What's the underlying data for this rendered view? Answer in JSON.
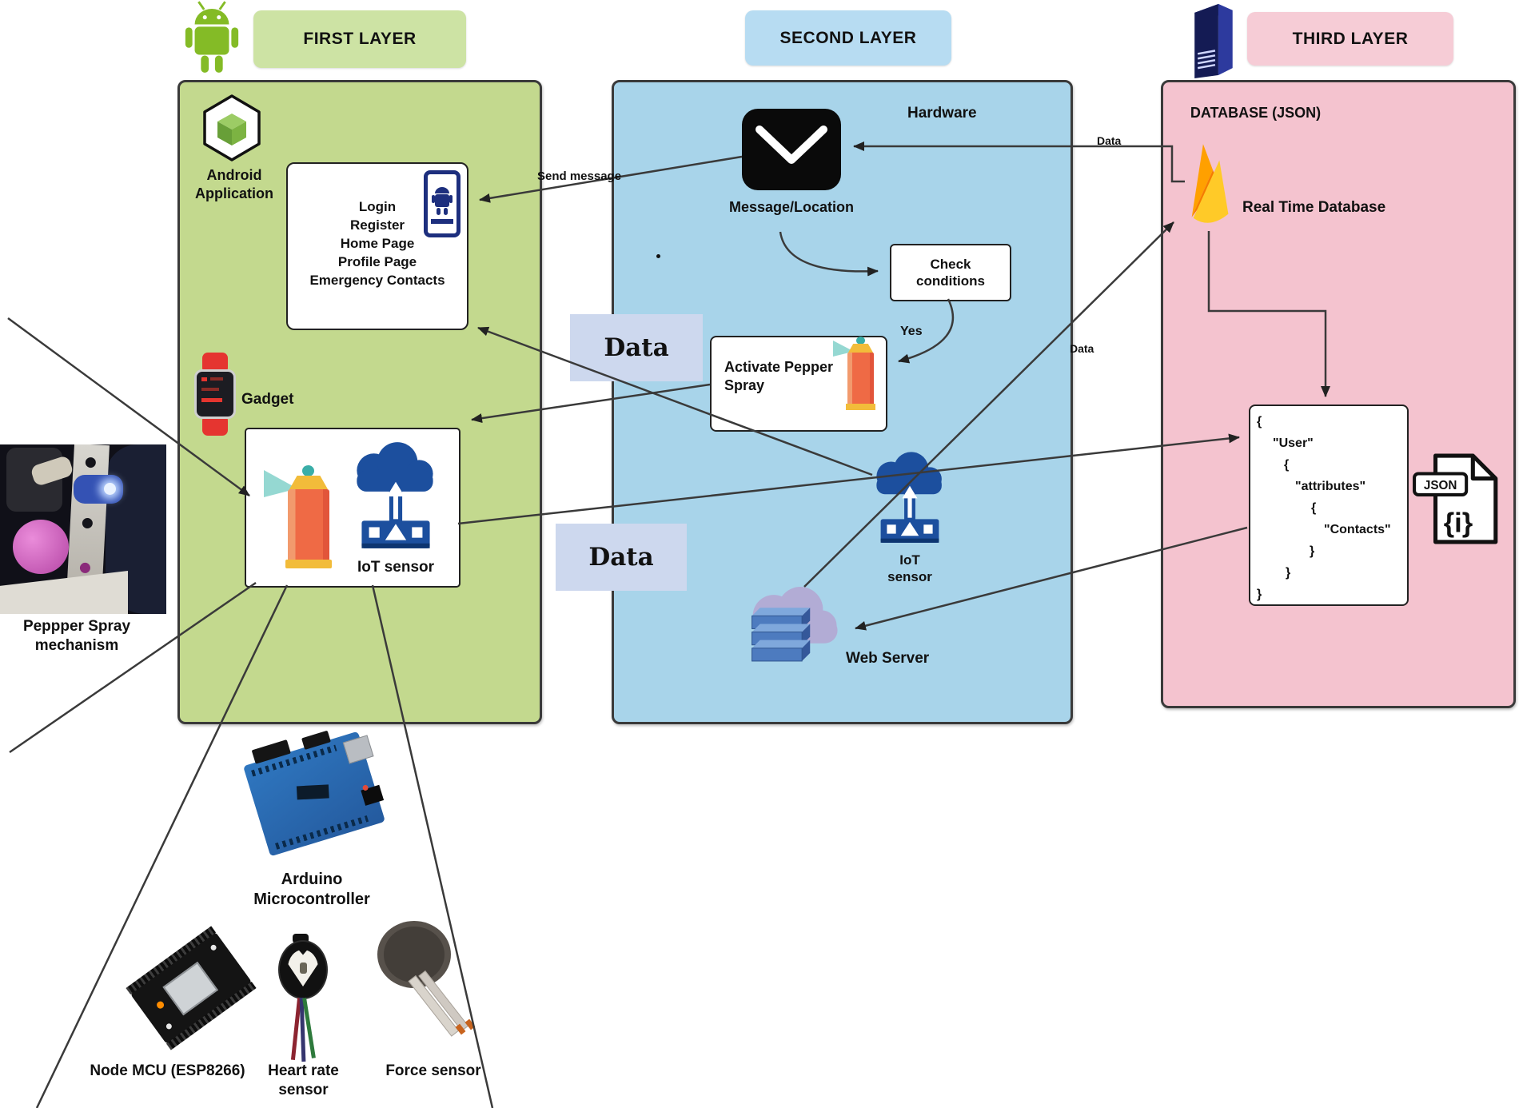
{
  "badges": {
    "first": "FIRST LAYER",
    "second": "SECOND LAYER",
    "third": "THIRD LAYER"
  },
  "first_layer": {
    "android_app": "Android Application",
    "app_screens": [
      "Login",
      "Register",
      "Home Page",
      "Profile Page",
      "Emergency Contacts"
    ],
    "gadget": "Gadget",
    "iot_sensor": "IoT sensor"
  },
  "second_layer": {
    "hardware": "Hardware",
    "message_location": "Message/Location",
    "check_conditions": "Check conditions",
    "activate_spray": "Activate Pepper Spray",
    "iot_sensor": "IoT sensor",
    "web_server": "Web Server"
  },
  "third_layer": {
    "database": "DATABASE (JSON)",
    "realtime": "Real Time Database",
    "json_lines": [
      "{",
      "\"User\"",
      "{",
      "\"attributes\"",
      "{",
      "\"Contacts\"",
      "}",
      "}",
      "}"
    ],
    "file_tag": "JSON",
    "file_glyph": "{i}"
  },
  "edge_labels": {
    "send_message": "Send message",
    "yes": "Yes",
    "data_big_top": "Data",
    "data_big_bottom": "Data",
    "data_gap": "Data",
    "data_mid": "Data"
  },
  "photo_labels": {
    "pepper": "Peppper Spray mechanism",
    "arduino": "Arduino Microcontroller",
    "nodemcu": "Node MCU (ESP8266)",
    "heart": "Heart rate sensor",
    "force": "Force sensor"
  },
  "colors": {
    "green_fill": "#c3d98e",
    "green_badge": "#cde3a4",
    "blue_fill": "#a8d4ea",
    "blue_badge": "#b7dcf2",
    "pink_fill": "#f4c3cf",
    "pink_badge": "#f6ccd6",
    "lavender_data": "#cdd8ee",
    "iot_blue": "#1c4f9e",
    "firebase_yellow": "#ffca28",
    "firebase_orange": "#ffa000",
    "android_green": "#84bb26",
    "watch_red": "#e53530",
    "spray_orange": "#ef6a45",
    "navy": "#1b2261"
  }
}
